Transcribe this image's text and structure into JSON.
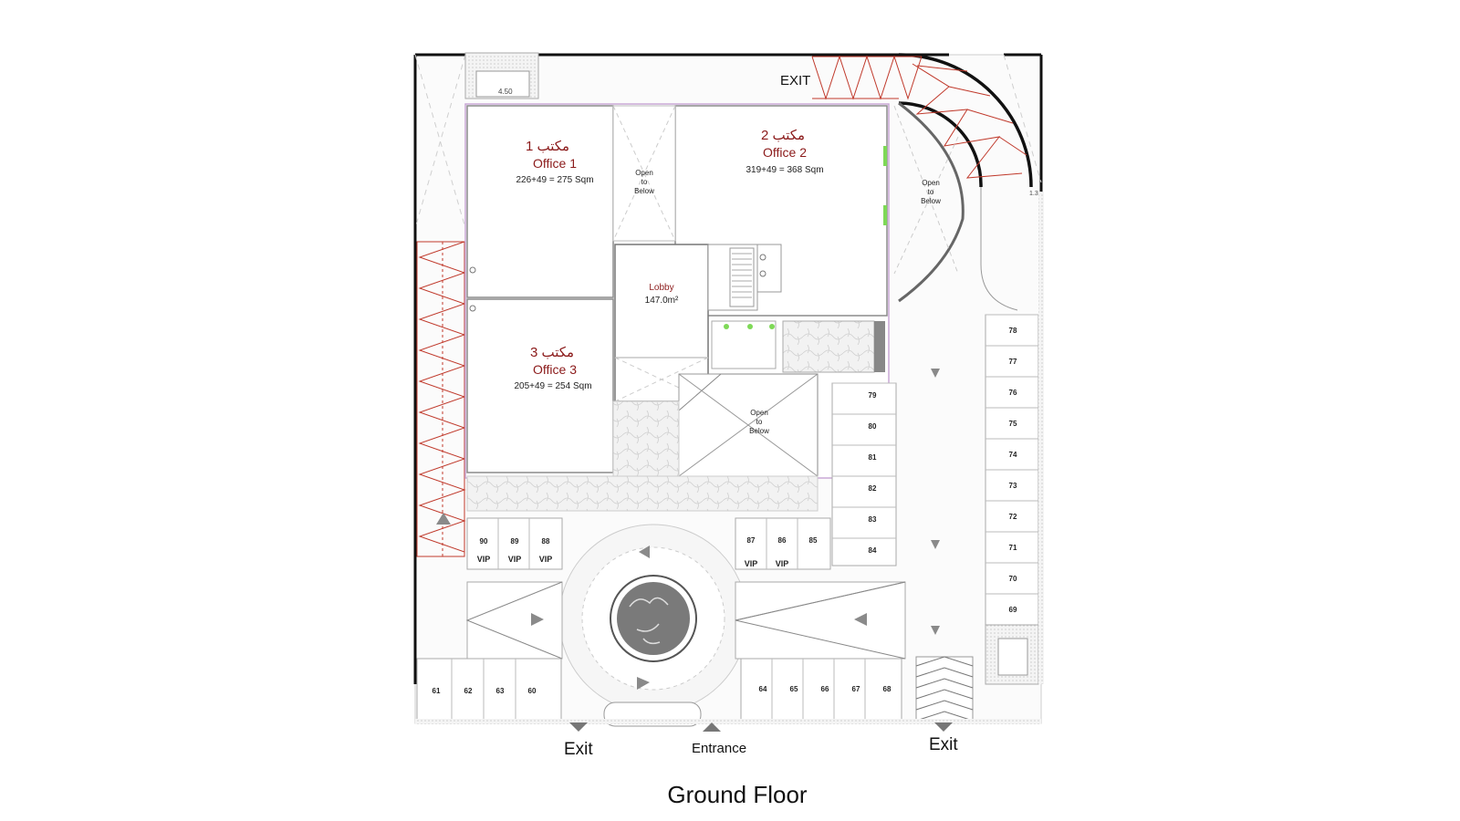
{
  "plan_title": "Ground Floor",
  "colors": {
    "office_text": "#8b1a1a",
    "hatch": "#c0392b",
    "wall": "#111111",
    "line": "#bbbbbb",
    "room_outline": "#c9a8d6",
    "tree": "#7a7a7a"
  },
  "offices": [
    {
      "arabic": "مكتب 1",
      "name": "Office 1",
      "area": "226+49 = 275 Sqm"
    },
    {
      "arabic": "مكتب 2",
      "name": "Office 2",
      "area": "319+49 = 368 Sqm"
    },
    {
      "arabic": "مكتب 3",
      "name": "Office 3",
      "area": "205+49 = 254 Sqm"
    }
  ],
  "lobby": {
    "label": "Lobby",
    "area": "147.0m²"
  },
  "open_to_below": {
    "line1": "Open",
    "line2": "to",
    "line3": "Below"
  },
  "exit_top": "EXIT",
  "dimension_label": "4.50",
  "dimension_right": "1.3",
  "labels": {
    "exit_left": "Exit",
    "entrance": "Entrance",
    "exit_right": "Exit"
  },
  "vip_label": "VIP",
  "parking": {
    "right_column": [
      "78",
      "77",
      "76",
      "75",
      "74",
      "73",
      "72",
      "71",
      "70",
      "69"
    ],
    "middle_column": [
      "79",
      "80",
      "81",
      "82",
      "83",
      "84"
    ],
    "vip_left": [
      "90",
      "89",
      "88"
    ],
    "vip_right": [
      "87",
      "86",
      "85"
    ],
    "bottom_left": [
      "61",
      "62",
      "63",
      "60"
    ],
    "bottom_right": [
      "64",
      "65",
      "66",
      "67",
      "68"
    ]
  }
}
